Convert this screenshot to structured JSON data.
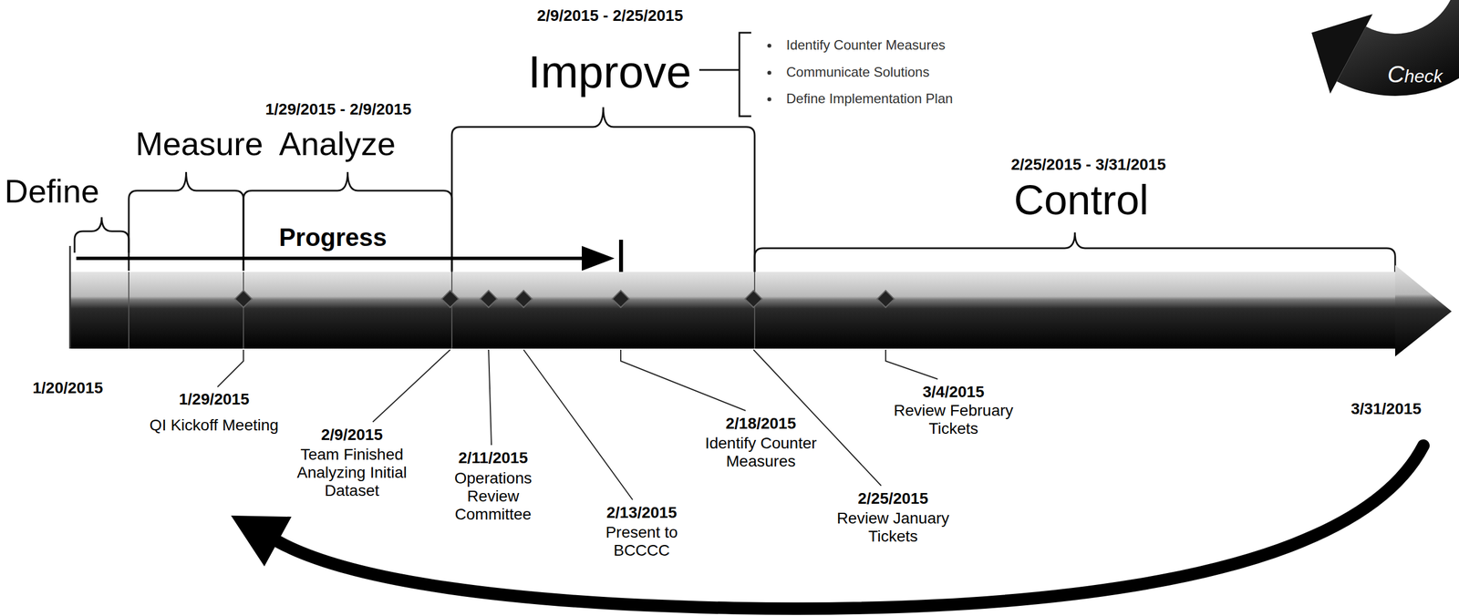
{
  "diagram": {
    "labels": [
      "2/9/2015 - 2/25/2015",
      "Improve",
      "Identify Counter Measures",
      "Communicate Solutions",
      "Define Implementation Plan",
      "Check",
      "1/29/2015 - 2/9/2015",
      "Measure",
      "Analyze",
      "2/25/2015 - 3/31/2015",
      "Define",
      "Control",
      "Progress",
      "1/20/2015",
      "1/29/2015",
      "QI Kickoff Meeting",
      "2/9/2015",
      "Team Finished Analyzing Initial Dataset",
      "2/11/2015",
      "Operations Review Committee",
      "2/13/2015",
      "Present to BCCCC",
      "2/18/2015",
      "Identify Counter Measures",
      "2/25/2015",
      "Review January Tickets",
      "3/4/2015",
      "Review February Tickets",
      "3/31/2015"
    ]
  }
}
